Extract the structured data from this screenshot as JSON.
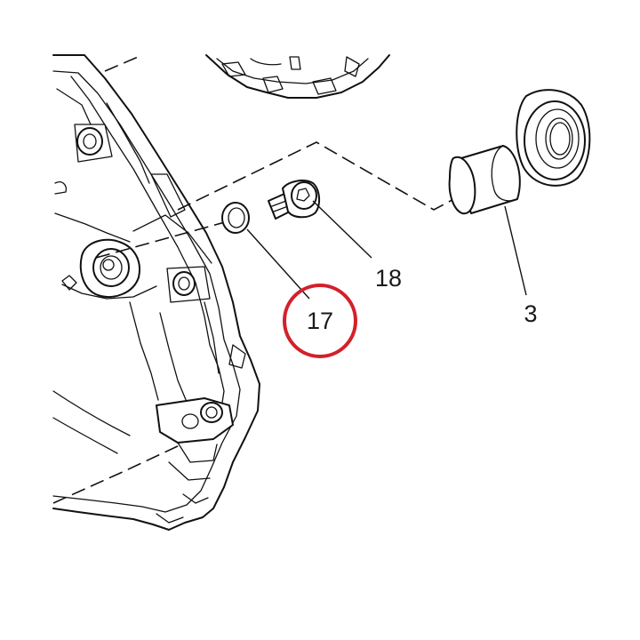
{
  "diagram": {
    "callouts": [
      {
        "id": "part-17",
        "label": "17",
        "highlighted": true
      },
      {
        "id": "part-18",
        "label": "18",
        "highlighted": false
      },
      {
        "id": "part-3",
        "label": "3",
        "highlighted": false
      }
    ],
    "highlight_color": "#d3202a",
    "line_color": "#111111"
  }
}
